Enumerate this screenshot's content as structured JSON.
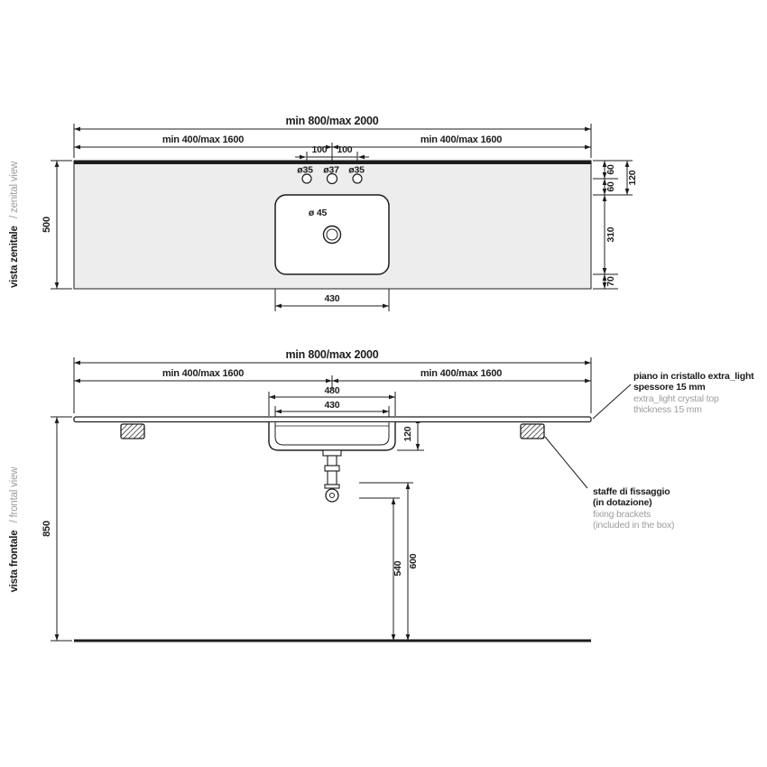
{
  "colors": {
    "line": "#1d1d1b",
    "gray_text": "#9d9d9c",
    "panel_fill": "#ededed"
  },
  "top_view": {
    "side_label_it": "vista zenitale",
    "side_label_en": "/ zenital view",
    "dim_total": "min 800/max 2000",
    "dim_left": "min 400/max 1600",
    "dim_right": "min 400/max 1600",
    "dim_tap_left": "100",
    "dim_tap_right": "100",
    "hole_left": "ø35",
    "hole_center": "ø37",
    "hole_right": "ø35",
    "drain_label": "ø 45",
    "dim_depth": "500",
    "dim_edge_to_holes": "60",
    "dim_holes_to_basin": "60",
    "dim_edge_to_basin": "120",
    "dim_basin_depth": "310",
    "dim_basin_to_front": "70",
    "dim_basin_width": "430"
  },
  "front_view": {
    "side_label_it": "vista frontale",
    "side_label_en": "/ frontal view",
    "dim_total": "min 800/max 2000",
    "dim_left": "min 400/max 1600",
    "dim_right": "min 400/max 1600",
    "dim_basin_outer": "480",
    "dim_basin_inner": "430",
    "dim_basin_height": "120",
    "dim_total_height": "850",
    "dim_drain_low": "540",
    "dim_drain_high": "600"
  },
  "notes": {
    "crystal_top": {
      "bold": [
        "piano in cristallo extra_light",
        "spessore 15 mm"
      ],
      "gray": [
        "extra_light crystal top",
        "thickness 15 mm"
      ]
    },
    "brackets": {
      "bold": [
        "staffe di fissaggio",
        "(in dotazione)"
      ],
      "gray": [
        "fixing brackets",
        "(included in the box)"
      ]
    }
  }
}
